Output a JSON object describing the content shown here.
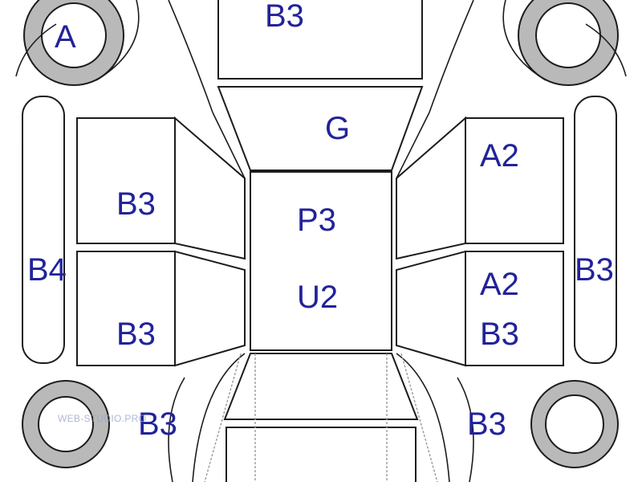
{
  "labels": {
    "wheel_front_left": "A",
    "hood": "B3",
    "windshield": "G",
    "roof_top": "P3",
    "roof_bottom": "U2",
    "left_front_door": "B3",
    "left_rear_door": "B3",
    "left_sill": "B4",
    "right_front_door": "A2",
    "right_rear_door_top": "A2",
    "right_rear_door_bottom": "B3",
    "right_sill": "B3",
    "rear_left_fender": "B3",
    "rear_right_fender": "B3"
  },
  "watermark": "WEB-STUDIO.PRO",
  "colors": {
    "label_text": "#22229a",
    "tire_fill": "#b9b9b9",
    "line": "#1c1c1c"
  }
}
